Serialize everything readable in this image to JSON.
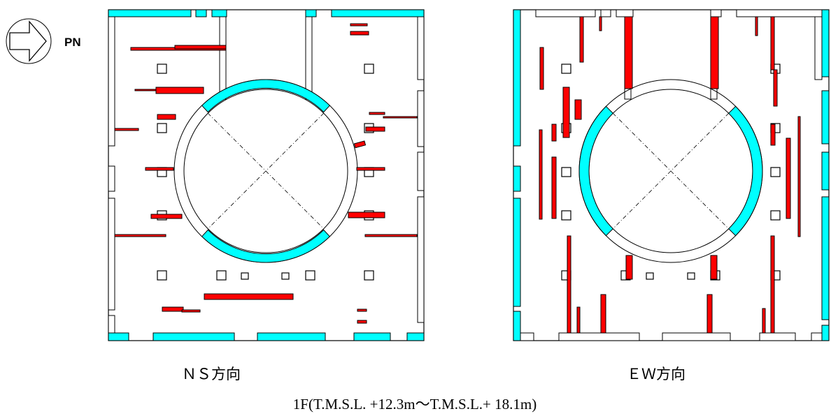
{
  "north_marker": {
    "label": "PN",
    "icon": "north-arrow-icon"
  },
  "panels": [
    {
      "id": "ns",
      "label": "ＮＳ方向"
    },
    {
      "id": "ew",
      "label": "ＥＷ方向"
    }
  ],
  "floor_caption": "1F(T.M.S.L. +12.3m～T.M.S.L.+ 18.1m)",
  "legend_colors": {
    "highlight_wall": "#00ffff",
    "highlight_element": "#ff0000"
  }
}
